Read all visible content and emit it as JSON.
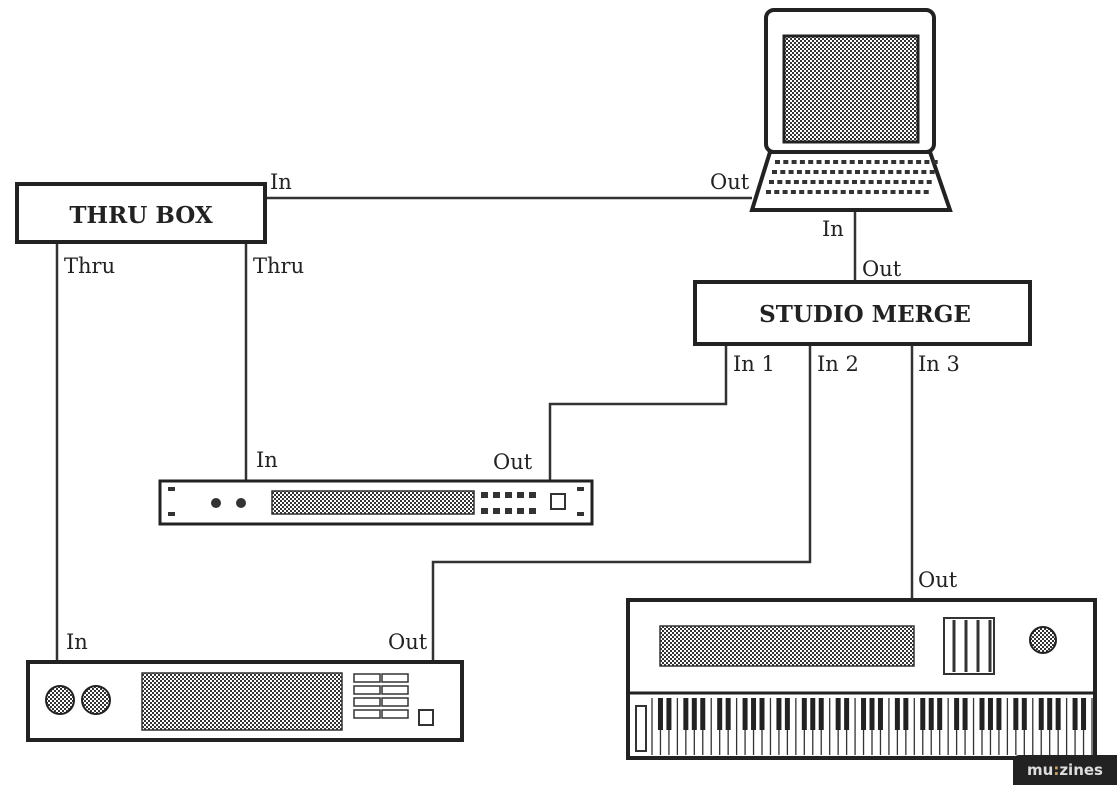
{
  "devices": {
    "thru_box": "THRU BOX",
    "studio_merge": "STUDIO MERGE"
  },
  "labels": {
    "thru_in": "In",
    "computer_out": "Out",
    "computer_in": "In",
    "merge_out": "Out",
    "thru_left": "Thru",
    "thru_right": "Thru",
    "merge_in1": "In 1",
    "merge_in2": "In 2",
    "merge_in3": "In 3",
    "rack1_in": "In",
    "rack1_out": "Out",
    "rack2_in": "In",
    "rack2_out": "Out",
    "synth_out": "Out"
  },
  "logo": {
    "prefix": "mu",
    "colon": ":",
    "suffix": "zines"
  }
}
